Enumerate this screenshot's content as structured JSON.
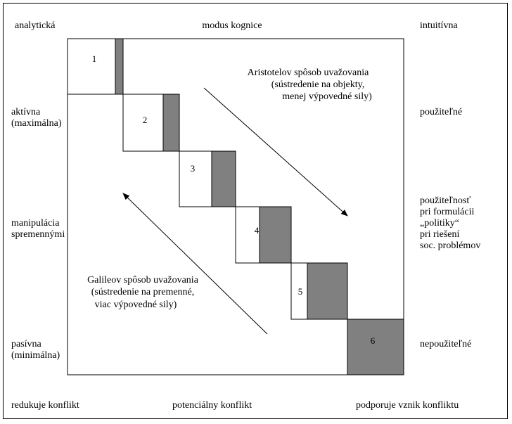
{
  "top_labels": {
    "left": "analytická",
    "center": "modus kognice",
    "right": "intuitívna"
  },
  "left_labels": {
    "l1": [
      "aktívna",
      "(maximálna)"
    ],
    "l2": [
      "manipulácia",
      "spremennými"
    ],
    "l3": [
      "pasívna",
      "(minimálna)"
    ]
  },
  "right_labels": {
    "r1": "použiteľné",
    "r2": [
      "použiteľnosť",
      "pri formulácii",
      "„politiky“",
      "pri riešení",
      "soc. problémov"
    ],
    "r3": "nepoužiteľné"
  },
  "bottom_labels": {
    "left": "redukuje konflikt",
    "center": "potenciálny konflikt",
    "right": "podporuje vznik konfliktu"
  },
  "steps": [
    "1",
    "2",
    "3",
    "4",
    "5",
    "6"
  ],
  "aristotle_text": [
    "Aristotelov spôsob uvažovania",
    "(sústredenie na objekty,",
    "menej výpovedné sily)"
  ],
  "galileo_text": [
    "Galileov spôsob uvažovania",
    "(sústredenie na premenné,",
    "viac výpovedné sily)"
  ],
  "colors": {
    "shade": "#808080",
    "line": "#000000"
  }
}
